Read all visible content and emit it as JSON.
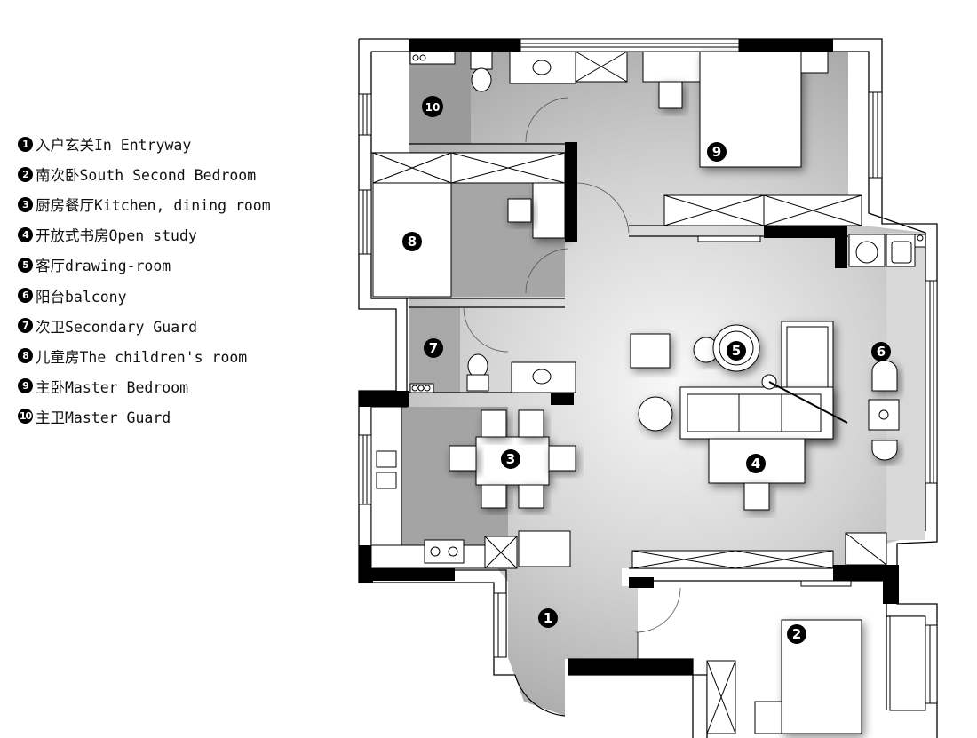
{
  "legend": [
    {
      "num": "1",
      "label": "入户玄关In Entryway"
    },
    {
      "num": "2",
      "label": "南次卧South Second Bedroom"
    },
    {
      "num": "3",
      "label": "厨房餐厅Kitchen, dining room"
    },
    {
      "num": "4",
      "label": "开放式书房Open study"
    },
    {
      "num": "5",
      "label": "客厅drawing-room"
    },
    {
      "num": "6",
      "label": "阳台balcony"
    },
    {
      "num": "7",
      "label": "次卫Secondary Guard"
    },
    {
      "num": "8",
      "label": "儿童房The children's room"
    },
    {
      "num": "9",
      "label": "主卧Master Bedroom"
    },
    {
      "num": "10",
      "label": "主卫Master Guard"
    }
  ],
  "plan": {
    "markers": [
      "1",
      "2",
      "3",
      "4",
      "5",
      "6",
      "7",
      "8",
      "9",
      "10"
    ]
  }
}
